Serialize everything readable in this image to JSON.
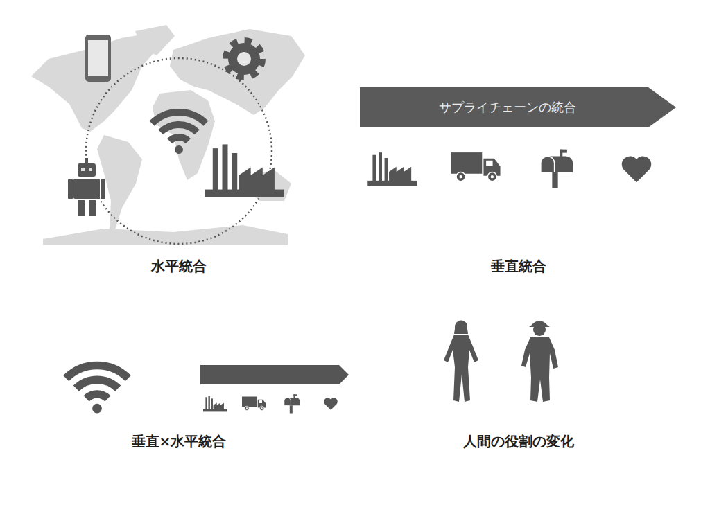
{
  "diagram": {
    "nodes": [
      {
        "text": [
          "サプライチェーンの統合"
        ]
      }
    ],
    "labels": [
      "水平統合",
      "垂直統合",
      "垂直×水平統合",
      "人間の役割の変化"
    ]
  }
}
